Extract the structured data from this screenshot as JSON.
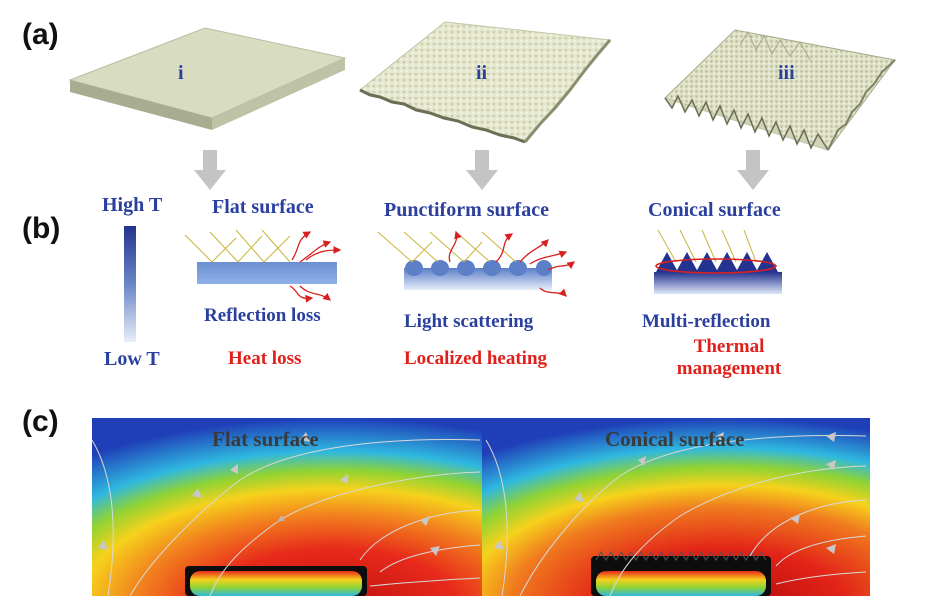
{
  "panels": {
    "a": "(a)",
    "b": "(b)",
    "c": "(c)"
  },
  "surfaces": [
    {
      "roman": "i",
      "title": "Flat surface",
      "effect": "Reflection loss",
      "thermal": "Heat loss"
    },
    {
      "roman": "ii",
      "title": "Punctiform surface",
      "effect": "Light scattering",
      "thermal": "Localized heating"
    },
    {
      "roman": "iii",
      "title": "Conical surface",
      "effect": "Multi-reflection",
      "thermal_line1": "Thermal",
      "thermal_line2": "management"
    }
  ],
  "temperature_scale": {
    "high": "High T",
    "low": "Low T"
  },
  "simulation": {
    "left_title": "Flat surface",
    "right_title": "Conical surface"
  },
  "colors": {
    "label_blue": "#2b3f9e",
    "label_red": "#e0201b",
    "slab": "#cfd3b4",
    "arrow_gray": "#c4c4c4"
  }
}
